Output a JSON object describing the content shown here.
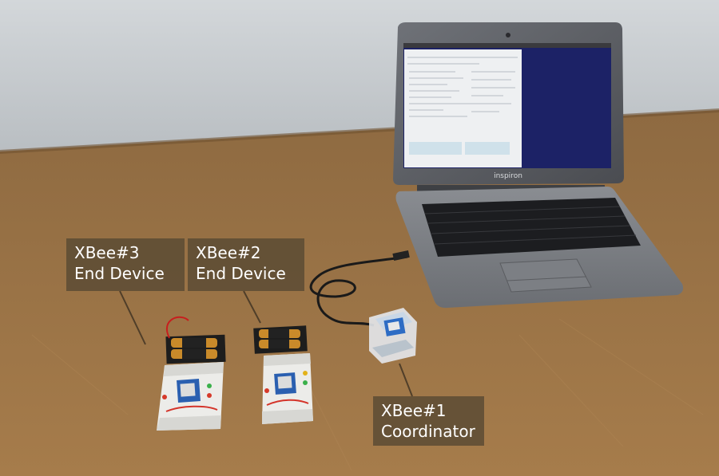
{
  "labels": {
    "xbee3": {
      "name": "XBee#3",
      "role": "End Device"
    },
    "xbee2": {
      "name": "XBee#2",
      "role": "End Device"
    },
    "xbee1": {
      "name": "XBee#1",
      "role": "Coordinator"
    }
  },
  "laptop": {
    "brand": "inspiron"
  },
  "colors": {
    "wall": "#c3c8cc",
    "table": "#9b7446",
    "label_bg": "#5c4c34",
    "laptop_body": "#5f6166",
    "screen_blue": "#2a2f7a"
  }
}
